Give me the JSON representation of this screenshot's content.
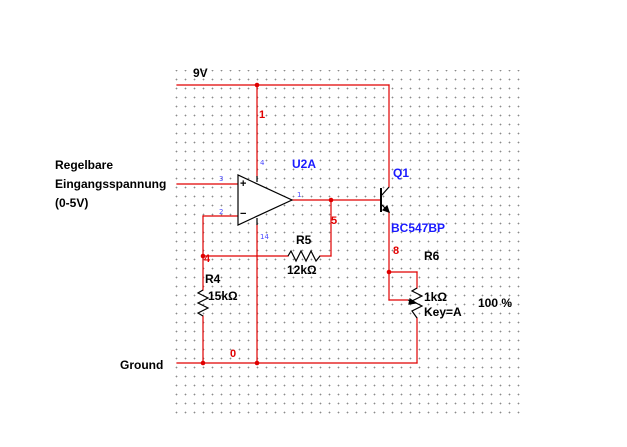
{
  "diagram": {
    "supply_label": "9V",
    "input_label": {
      "line1": "Regelbare",
      "line2": "Eingangsspannung",
      "line3": "(0-5V)"
    },
    "ground_label": "Ground",
    "opamp": {
      "ref": "U2A",
      "pin_plus_in": "3",
      "pin_minus_in": "2",
      "pin_out": "1",
      "pin_vcc": "4",
      "pin_vee": "14",
      "plus_sign": "+",
      "minus_sign": "−"
    },
    "transistor": {
      "ref": "Q1",
      "model": "BC547BP"
    },
    "resistors": {
      "r5": {
        "ref": "R5",
        "value": "12kΩ"
      },
      "r4": {
        "ref": "R4",
        "value": "15kΩ"
      },
      "r6": {
        "ref": "R6",
        "value": "1kΩ",
        "key": "Key=A",
        "setting": "100 %"
      }
    },
    "nets": {
      "n1": "1",
      "n4": "4",
      "n5": "5",
      "n8": "8",
      "n0": "0"
    },
    "colors": {
      "wire": "#e00000",
      "component": "#000000",
      "component_label": "#1a1aff",
      "net_label": "#e00000",
      "pin_number": "#4a4aff"
    }
  }
}
